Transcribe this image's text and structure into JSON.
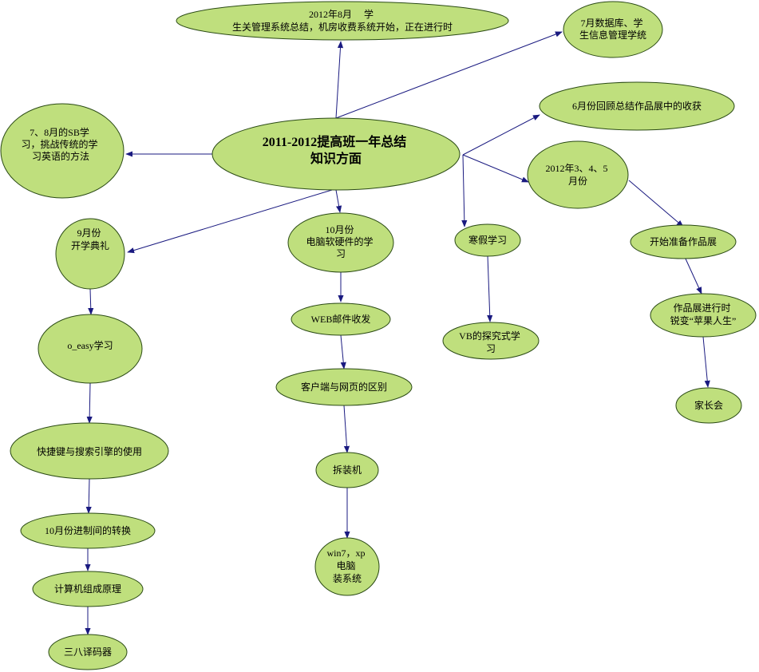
{
  "diagram": {
    "nodes": [
      {
        "id": "center",
        "lines": [
          "2011-2012提高班一年总结",
          "知识方面"
        ]
      },
      {
        "id": "aug2012",
        "lines": [
          "2012年8月　 学",
          "生关管理系统总结，机房收费系统开始，正在进行时"
        ]
      },
      {
        "id": "july-db",
        "lines": [
          "7月数据库、学",
          "生信息管理学统"
        ]
      },
      {
        "id": "july-aug-sb",
        "lines": [
          "7、8月的SB学",
          "习，挑战传统的学",
          "习英语的方法"
        ]
      },
      {
        "id": "june",
        "lines": [
          "6月份回顾总结作品展中的收获"
        ]
      },
      {
        "id": "mar-may",
        "lines": [
          "2012年3、4、5",
          "月份"
        ]
      },
      {
        "id": "prep-expo",
        "lines": [
          "开始准备作品展"
        ]
      },
      {
        "id": "expo",
        "lines": [
          "作品展进行时",
          "锐变“苹果人生”"
        ]
      },
      {
        "id": "parents",
        "lines": [
          "家长会"
        ]
      },
      {
        "id": "winter",
        "lines": [
          "寒假学习"
        ]
      },
      {
        "id": "vb",
        "lines": [
          "VB的探究式学",
          "习"
        ]
      },
      {
        "id": "sep",
        "lines": [
          "9月份",
          "开学典礼"
        ]
      },
      {
        "id": "oeasy",
        "lines": [
          "o_easy学习"
        ]
      },
      {
        "id": "shortcut",
        "lines": [
          "快捷键与搜索引擎的使用"
        ]
      },
      {
        "id": "oct-radix",
        "lines": [
          "10月份进制间的转换"
        ]
      },
      {
        "id": "arch",
        "lines": [
          "计算机组成原理"
        ]
      },
      {
        "id": "decoder",
        "lines": [
          "三八译码器"
        ]
      },
      {
        "id": "oct-hw",
        "lines": [
          "10月份",
          "电脑软硬件的学",
          "习"
        ]
      },
      {
        "id": "web-mail",
        "lines": [
          "WEB邮件收发"
        ]
      },
      {
        "id": "client-web",
        "lines": [
          "客户端与网页的区别"
        ]
      },
      {
        "id": "disassemble",
        "lines": [
          "拆装机"
        ]
      },
      {
        "id": "win7",
        "lines": [
          "win7，xp",
          "电脑",
          "装系统"
        ]
      }
    ]
  }
}
